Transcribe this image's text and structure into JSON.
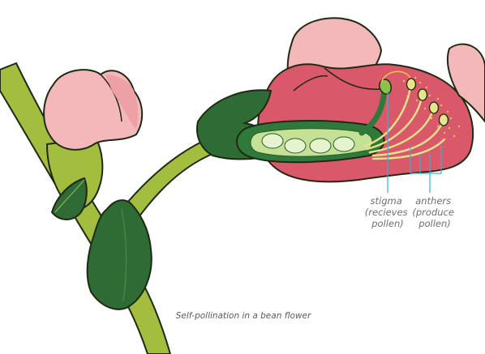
{
  "caption": "Self-pollination in a bean flower",
  "labels": {
    "stigma": [
      "stigma",
      "(recieves",
      "pollen)"
    ],
    "anthers": [
      "anthers",
      "(produce",
      "pollen)"
    ]
  },
  "colors": {
    "stem": "#a3bd3e",
    "leaf_dark": "#2e6b35",
    "petal_pink": "#f4b8ba",
    "petal_red": "#d9586a",
    "pod_green": "#2f7a3a",
    "seed": "#d8ecb8",
    "stamen": "#e3e28a",
    "pointer": "#37b3cf"
  }
}
